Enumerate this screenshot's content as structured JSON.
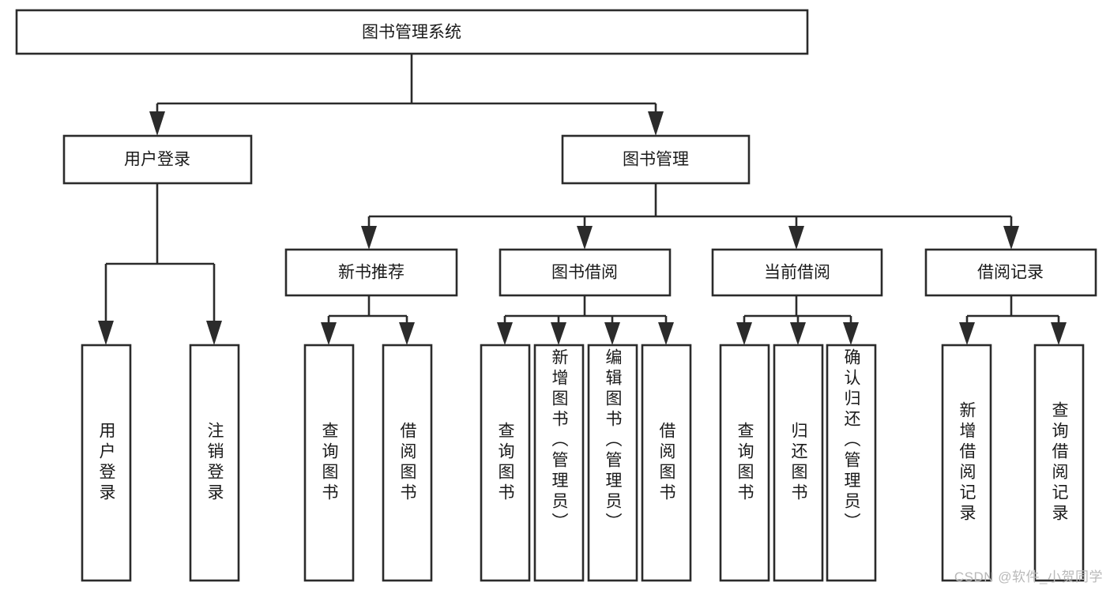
{
  "diagram": {
    "title": "图书管理系统",
    "type": "tree",
    "watermark": "CSDN @软件_小贺同学",
    "colors": {
      "box_stroke": "#2b2b2b",
      "box_fill": "#ffffff",
      "text": "#1a1a1a",
      "background": "#ffffff",
      "watermark": "#b9b9b9"
    },
    "root": {
      "label": "图书管理系统"
    },
    "level2": [
      {
        "label": "用户登录"
      },
      {
        "label": "图书管理"
      }
    ],
    "level3": [
      {
        "label": "新书推荐"
      },
      {
        "label": "图书借阅"
      },
      {
        "label": "当前借阅"
      },
      {
        "label": "借阅记录"
      }
    ],
    "leaves": {
      "user_login": [
        {
          "label": "用户登录"
        },
        {
          "label": "注销登录"
        }
      ],
      "new_book": [
        {
          "label": "查询图书"
        },
        {
          "label": "借阅图书"
        }
      ],
      "borrow_book": [
        {
          "label": "查询图书"
        },
        {
          "label": "新增图书（管理员）"
        },
        {
          "label": "编辑图书（管理员）"
        },
        {
          "label": "借阅图书"
        }
      ],
      "current_borrow": [
        {
          "label": "查询图书"
        },
        {
          "label": "归还图书"
        },
        {
          "label": "确认归还（管理员）"
        }
      ],
      "borrow_record": [
        {
          "label": "新增借阅记录"
        },
        {
          "label": "查询借阅记录"
        }
      ]
    }
  }
}
